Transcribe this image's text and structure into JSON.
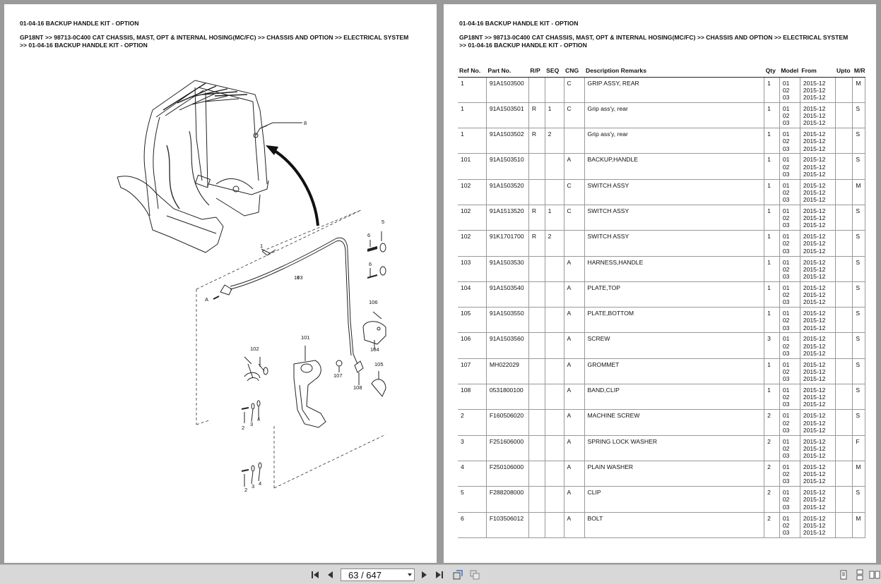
{
  "document": {
    "title": "01-04-16 BACKUP HANDLE KIT - OPTION",
    "breadcrumb": "GP18NT >> 98713-0C400 CAT CHASSIS, MAST, OPT & INTERNAL HOSING(MC/FC) >> CHASSIS AND OPTION >> ELECTRICAL SYSTEM >> 01-04-16 BACKUP HANDLE KIT - OPTION"
  },
  "diagram": {
    "callouts": [
      "8",
      "1",
      "103",
      "5",
      "6",
      "6",
      "106",
      "104",
      "102",
      "101",
      "107",
      "108",
      "105",
      "2",
      "3",
      "4",
      "2",
      "3",
      "4",
      "A"
    ]
  },
  "table": {
    "headers": [
      "Ref No.",
      "Part No.",
      "R/P",
      "SEQ",
      "CNG",
      "Description Remarks",
      "Qty",
      "Model",
      "From",
      "Upto",
      "M/R"
    ],
    "rows": [
      [
        "1",
        "91A1503500",
        "",
        "",
        "C",
        "GRIP ASSY, REAR",
        "1",
        "01\n02\n03",
        "2015-12\n2015-12\n2015-12",
        "",
        "M"
      ],
      [
        "1",
        "91A1503501",
        "R",
        "1",
        "C",
        "Grip ass'y, rear",
        "1",
        "01\n02\n03",
        "2015-12\n2015-12\n2015-12",
        "",
        "S"
      ],
      [
        "1",
        "91A1503502",
        "R",
        "2",
        "",
        "Grip ass'y, rear",
        "1",
        "01\n02\n03",
        "2015-12\n2015-12\n2015-12",
        "",
        "S"
      ],
      [
        "101",
        "91A1503510",
        "",
        "",
        "A",
        "BACKUP,HANDLE",
        "1",
        "01\n02\n03",
        "2015-12\n2015-12\n2015-12",
        "",
        "S"
      ],
      [
        "102",
        "91A1503520",
        "",
        "",
        "C",
        "SWITCH ASSY",
        "1",
        "01\n02\n03",
        "2015-12\n2015-12\n2015-12",
        "",
        "M"
      ],
      [
        "102",
        "91A1513520",
        "R",
        "1",
        "C",
        "SWITCH ASSY",
        "1",
        "01\n02\n03",
        "2015-12\n2015-12\n2015-12",
        "",
        "S"
      ],
      [
        "102",
        "91K1701700",
        "R",
        "2",
        "",
        "SWITCH ASSY",
        "1",
        "01\n02\n03",
        "2015-12\n2015-12\n2015-12",
        "",
        "S"
      ],
      [
        "103",
        "91A1503530",
        "",
        "",
        "A",
        "HARNESS,HANDLE",
        "1",
        "01\n02\n03",
        "2015-12\n2015-12\n2015-12",
        "",
        "S"
      ],
      [
        "104",
        "91A1503540",
        "",
        "",
        "A",
        "PLATE,TOP",
        "1",
        "01\n02\n03",
        "2015-12\n2015-12\n2015-12",
        "",
        "S"
      ],
      [
        "105",
        "91A1503550",
        "",
        "",
        "A",
        "PLATE,BOTTOM",
        "1",
        "01\n02\n03",
        "2015-12\n2015-12\n2015-12",
        "",
        "S"
      ],
      [
        "106",
        "91A1503560",
        "",
        "",
        "A",
        "SCREW",
        "3",
        "01\n02\n03",
        "2015-12\n2015-12\n2015-12",
        "",
        "S"
      ],
      [
        "107",
        "MH022029",
        "",
        "",
        "A",
        "GROMMET",
        "1",
        "01\n02\n03",
        "2015-12\n2015-12\n2015-12",
        "",
        "S"
      ],
      [
        "108",
        "0531800100",
        "",
        "",
        "A",
        "BAND,CLIP",
        "1",
        "01\n02\n03",
        "2015-12\n2015-12\n2015-12",
        "",
        "S"
      ],
      [
        "2",
        "F160506020",
        "",
        "",
        "A",
        "MACHINE SCREW",
        "2",
        "01\n02\n03",
        "2015-12\n2015-12\n2015-12",
        "",
        "S"
      ],
      [
        "3",
        "F251606000",
        "",
        "",
        "A",
        "SPRING LOCK WASHER",
        "2",
        "01\n02\n03",
        "2015-12\n2015-12\n2015-12",
        "",
        "F"
      ],
      [
        "4",
        "F250106000",
        "",
        "",
        "A",
        "PLAIN WASHER",
        "2",
        "01\n02\n03",
        "2015-12\n2015-12\n2015-12",
        "",
        "M"
      ],
      [
        "5",
        "F288208000",
        "",
        "",
        "A",
        "CLIP",
        "2",
        "01\n02\n03",
        "2015-12\n2015-12\n2015-12",
        "",
        "S"
      ],
      [
        "6",
        "F103506012",
        "",
        "",
        "A",
        "BOLT",
        "2",
        "01\n02\n03",
        "2015-12\n2015-12\n2015-12",
        "",
        "M"
      ]
    ]
  },
  "toolbar": {
    "page_indicator": "63 / 647",
    "icons": [
      "first-page-icon",
      "prev-page-icon",
      "next-page-icon",
      "last-page-icon",
      "rotate-icon",
      "copy-icon",
      "single-page-icon",
      "two-page-icon",
      "continuous-icon"
    ]
  }
}
